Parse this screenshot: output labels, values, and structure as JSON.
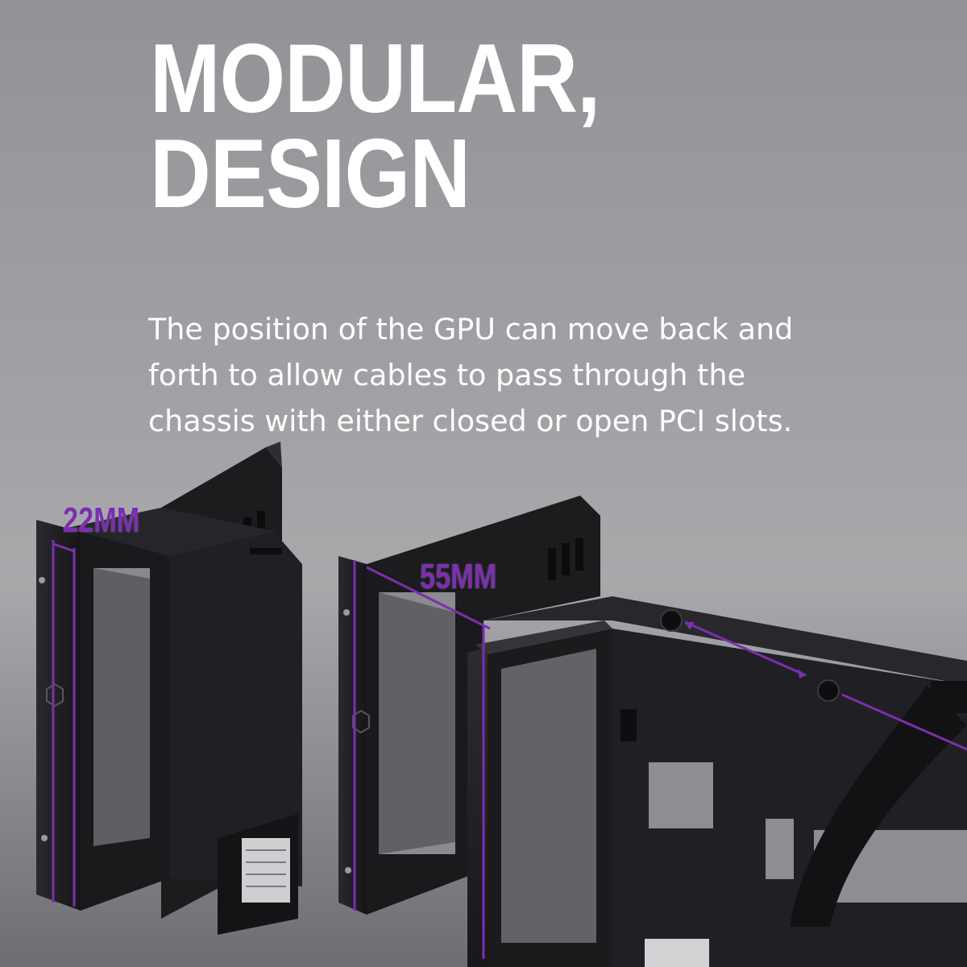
{
  "headline": {
    "line1": "MODULAR,",
    "line2": "DESIGN"
  },
  "description": {
    "line1": "The position of the GPU can move back and",
    "line2": "forth to allow cables to pass through the",
    "line3": "chassis with either closed or open PCI slots."
  },
  "dimensions": {
    "left_offset": "22MM",
    "right_offset": "55MM"
  },
  "colors": {
    "accent": "#7b2fb0",
    "metal": "#1e1e21",
    "background": "#a3a3a7"
  }
}
